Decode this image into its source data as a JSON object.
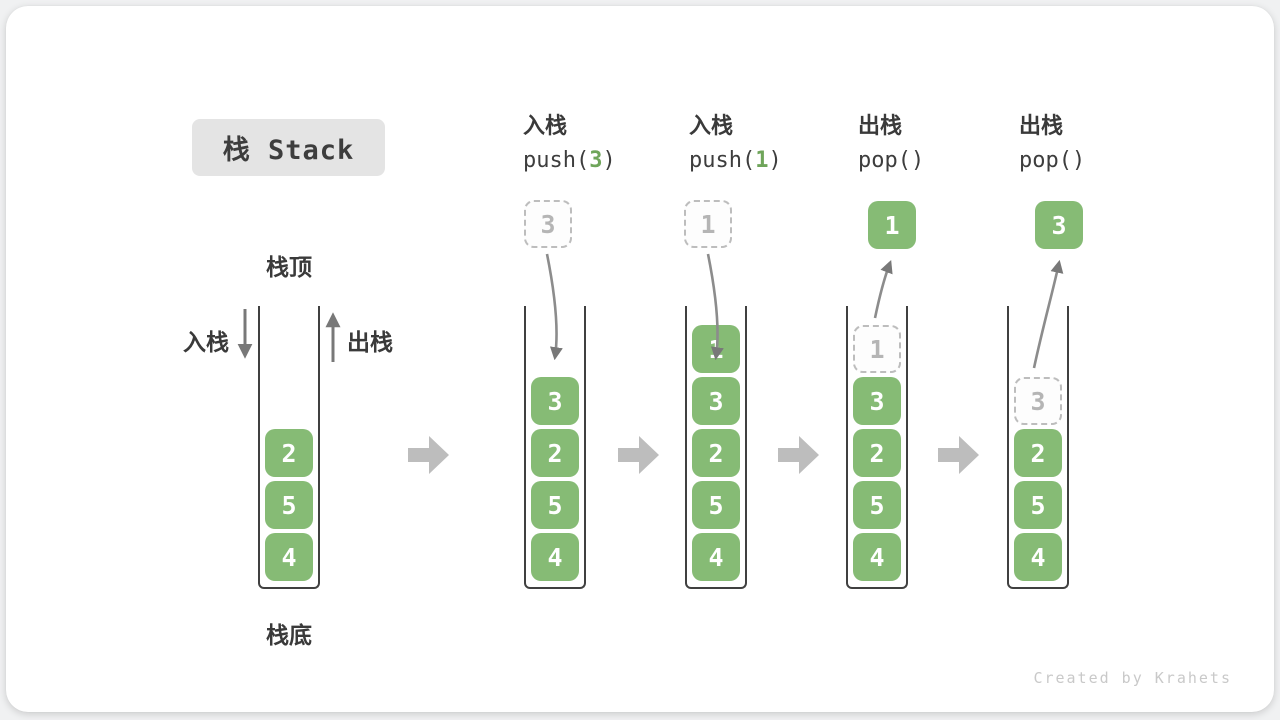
{
  "title": "栈 Stack",
  "watermark": "Created by Krahets",
  "legend": {
    "top_label": "栈顶",
    "bottom_label": "栈底",
    "push_label": "入栈",
    "pop_label": "出栈"
  },
  "columns": [
    {
      "id": "initial",
      "cells": [
        "2",
        "5",
        "4"
      ]
    },
    {
      "id": "push-3",
      "op_label": "入栈",
      "code_prefix": "push(",
      "code_arg": "3",
      "code_suffix": ")",
      "incoming": "3",
      "cells": [
        "3",
        "2",
        "5",
        "4"
      ]
    },
    {
      "id": "push-1",
      "op_label": "入栈",
      "code_prefix": "push(",
      "code_arg": "1",
      "code_suffix": ")",
      "incoming": "1",
      "cells": [
        "1",
        "3",
        "2",
        "5",
        "4"
      ]
    },
    {
      "id": "pop-1",
      "op_label": "出栈",
      "code": "pop()",
      "popped": "1",
      "ghost": "1",
      "cells": [
        "3",
        "2",
        "5",
        "4"
      ]
    },
    {
      "id": "pop-2",
      "op_label": "出栈",
      "code": "pop()",
      "popped": "3",
      "ghost": "3",
      "cells": [
        "2",
        "5",
        "4"
      ]
    }
  ],
  "colors": {
    "cell_green": "#86bb75",
    "code_arg_green": "#6fa55a",
    "ghost_gray": "#b5b5b5",
    "dashed_border": "#bdbdbd",
    "curve_arrow": "#8c8c8c",
    "block_arrow": "#bdbdbd",
    "wall_dark": "#404040",
    "text_dark": "#3a3a3a",
    "title_bg": "#e4e4e4",
    "watermark_gray": "#c9c9c9"
  }
}
